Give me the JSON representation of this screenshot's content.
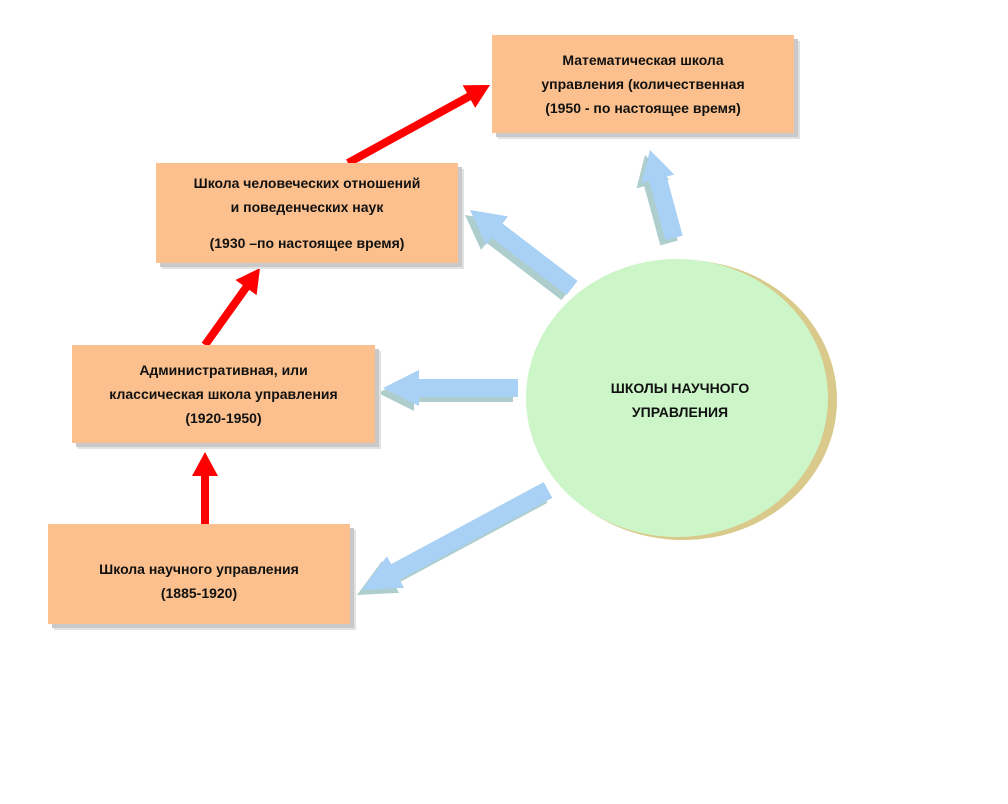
{
  "diagram": {
    "center": {
      "lines": [
        "ШКОЛЫ НАУЧНОГО",
        "УПРАВЛЕНИЯ"
      ],
      "color": "#ccf5c8"
    },
    "boxes": {
      "math": {
        "lines": [
          "Математическая школа",
          "управления (количественная",
          "(1950 - по настоящее время)"
        ]
      },
      "human": {
        "lines": [
          "Школа человеческих отношений",
          "и поведенческих наук",
          "(1930 –по настоящее время)"
        ]
      },
      "admin": {
        "lines": [
          "Административная, или",
          "классическая школа управления",
          "(1920-1950)"
        ]
      },
      "sci": {
        "lines": [
          "Школа научного управления",
          "(1885-1920)"
        ]
      }
    },
    "colors": {
      "box_fill": "#fbc08d",
      "red_arrow": "#ff0000",
      "blue_arrow": "#a9d0f5",
      "circle": "#ccf5c8"
    }
  }
}
